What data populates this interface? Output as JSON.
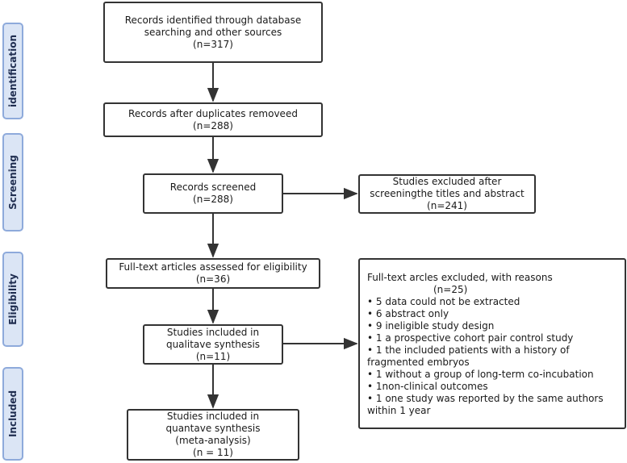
{
  "stages": {
    "identification": "identification",
    "screening": "Screening",
    "eligibility": "Eligibility",
    "included": "Included"
  },
  "boxes": {
    "identified": {
      "line1": "Records identified through database",
      "line2": "searching and other sources",
      "line3": "(n=317)"
    },
    "duplicates": {
      "line1": "Records after duplicates removeed",
      "line2": "(n=288)"
    },
    "screened": {
      "line1": "Records screened",
      "line2": "(n=288)"
    },
    "excluded_screening": {
      "line1": "Studies excluded after",
      "line2": "screeningthe titles and abstract",
      "line3": "(n=241)"
    },
    "fulltext": {
      "line1": "Full-text articles assessed for eligibility",
      "line2": "(n=36)"
    },
    "qualitative": {
      "line1": "Studies included in",
      "line2": "qualitave synthesis",
      "line3": "(n=11)"
    },
    "quantitative": {
      "line1": "Studies included in",
      "line2": "quantave synthesis",
      "line3": "(meta-analysis)",
      "line4": "(n = 11)"
    },
    "excluded_fulltext": {
      "heading": "Full-text arcles excluded, with reasons",
      "count": "(n=25)",
      "reasons": [
        "• 5 data could not be extracted",
        "• 6 abstract only",
        "• 9 ineligible study design",
        "• 1 a prospective cohort pair control study",
        "• 1 the included patients with a history of",
        "fragmented embryos",
        "• 1 without a group of long-term co-incubation",
        "• 1non-clinical outcomes",
        "• 1 one study was reported by the same authors",
        "within 1 year"
      ]
    }
  },
  "colors": {
    "stage_fill": "#dbe5f5",
    "stage_border": "#8eaadb",
    "box_border": "#333333",
    "arrow": "#333333"
  }
}
